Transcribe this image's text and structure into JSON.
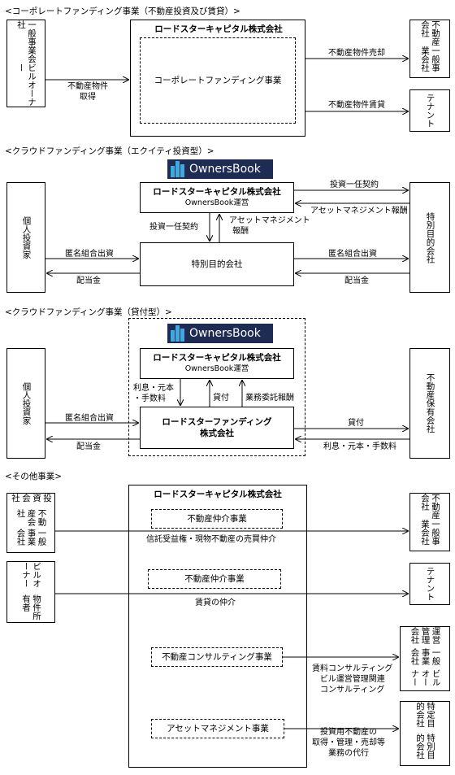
{
  "sections": {
    "corporate": "<コーポレートファンディング事業（不動産投資及び賃貸）>",
    "crowd_equity": "<クラウドファンディング事業（エクイティ投資型）>",
    "crowd_loan": "<クラウドファンディング事業（貸付型）>",
    "other": "<その他事業>"
  },
  "logo_text": "OwnersBook",
  "s1": {
    "building_owner": [
      "ビルオーナー",
      "一般事業会社"
    ],
    "company": "ロードスターキャピタル株式会社",
    "inner": "コーポレートファンディング事業",
    "acquire": [
      "不動産物件",
      "取得"
    ],
    "sale": "不動産物件売却",
    "lease": "不動産物件賃貸",
    "buyer": [
      "一般事業会社",
      "不動産会社"
    ],
    "tenant": "テナント"
  },
  "s2": {
    "investor": "個人投資家",
    "company": "ロードスターキャピタル株式会社",
    "operation": "OwnersBook運営",
    "spc": "特別目的会社",
    "discretion_down": "投資一任契約",
    "am_fee": [
      "アセットマネジメント",
      "報酬"
    ],
    "anon_invest_left": "匿名組合出資",
    "dividend_left": "配当金",
    "discretion_right": "投資一任契約",
    "am_fee_right": "アセットマネジメント報酬",
    "anon_invest_right": "匿名組合出資",
    "dividend_right": "配当金",
    "spc_right": "特別目的会社"
  },
  "s3": {
    "investor": "個人投資家",
    "company": "ロードスターキャピタル株式会社",
    "operation": "OwnersBook運営",
    "funding": [
      "ロードスターファンディング",
      "株式会社"
    ],
    "interest": [
      "利息・元本",
      "・手数料"
    ],
    "loan_up": "貸付",
    "service_fee": "業務委託報酬",
    "anon_invest": "匿名組合出資",
    "dividend": "配当金",
    "loan_right": "貸付",
    "interest_right": "利息・元本・手数料",
    "holder": "不動産保有会社"
  },
  "s4": {
    "company": "ロードスターキャピタル株式会社",
    "left1": [
      "一般事業会社",
      "不動産会社",
      "投資会社"
    ],
    "left2": [
      "物件所有者",
      "ビルオーナー"
    ],
    "brokerage1": "不動産仲介事業",
    "brokerage1_desc": "信託受益権・現物不動産の売買仲介",
    "brokerage2": "不動産仲介事業",
    "brokerage2_desc": "賃貸の仲介",
    "consulting": "不動産コンサルティング事業",
    "consulting_desc": [
      "賃料コンサルティング",
      "ビル運営管理関連",
      "コンサルティング"
    ],
    "am": "アセットマネジメント事業",
    "am_desc": [
      "投資用不動産の",
      "取得・管理・売却等",
      "業務の代行"
    ],
    "right1": [
      "一般事業会社",
      "不動産会社"
    ],
    "right2": "テナント",
    "right3": [
      "ビルオーナー",
      "一般事業会社",
      "運営管理会社"
    ],
    "right4": [
      "特別目的会社",
      "特定目的会社"
    ]
  }
}
